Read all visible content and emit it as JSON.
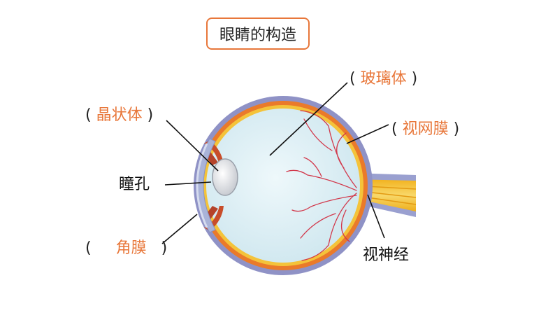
{
  "title": "眼睛的构造",
  "labels": {
    "lens": "晶状体",
    "pupil": "瞳孔",
    "cornea": "角膜",
    "vitreous": "玻璃体",
    "retina": "视网膜",
    "optic_nerve": "视神经"
  },
  "brackets": {
    "open": "(",
    "close": ")"
  },
  "colors": {
    "accent": "#e8773a",
    "sclera": "#8f92c6",
    "choroid": "#ea7a2a",
    "retina_layer": "#f4c33a",
    "vitreous": "#d9eef4",
    "vessels": "#d2384b",
    "leader_lines": "#111111"
  }
}
